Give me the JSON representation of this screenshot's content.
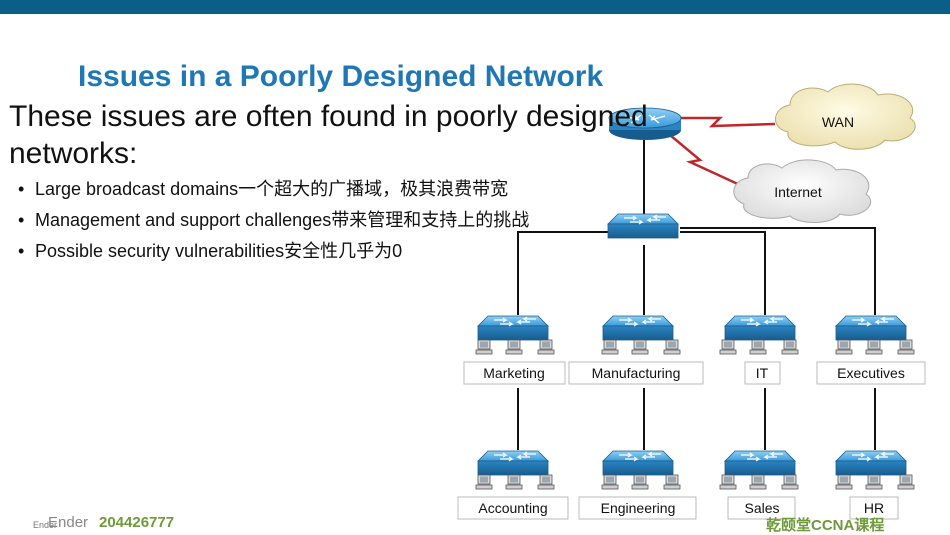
{
  "slide": {
    "title": "Issues in a Poorly Designed Network",
    "intro": "These issues are often found in poorly designed networks:",
    "bullets": [
      "Large broadcast domains一个超大的广播域，极其浪费带宽",
      "Management and support challenges带来管理和支持上的挑战",
      "Possible security vulnerabilities安全性几乎为0"
    ]
  },
  "diagram": {
    "clouds": {
      "wan": "WAN",
      "internet": "Internet"
    },
    "departments_top": [
      "Marketing",
      "Manufacturing",
      "IT",
      "Executives"
    ],
    "departments_bottom": [
      "Accounting",
      "Engineering",
      "Sales",
      "HR"
    ]
  },
  "footer": {
    "small": "Ender",
    "name": "Ender",
    "number": "204426777",
    "right": "乾颐堂CCNA课程"
  },
  "colors": {
    "topbar": "#0b5f86",
    "title": "#1f78b4",
    "switch": "#2f8fce",
    "wan_link": "#c0272d",
    "footer_green": "#6f9a3a"
  }
}
